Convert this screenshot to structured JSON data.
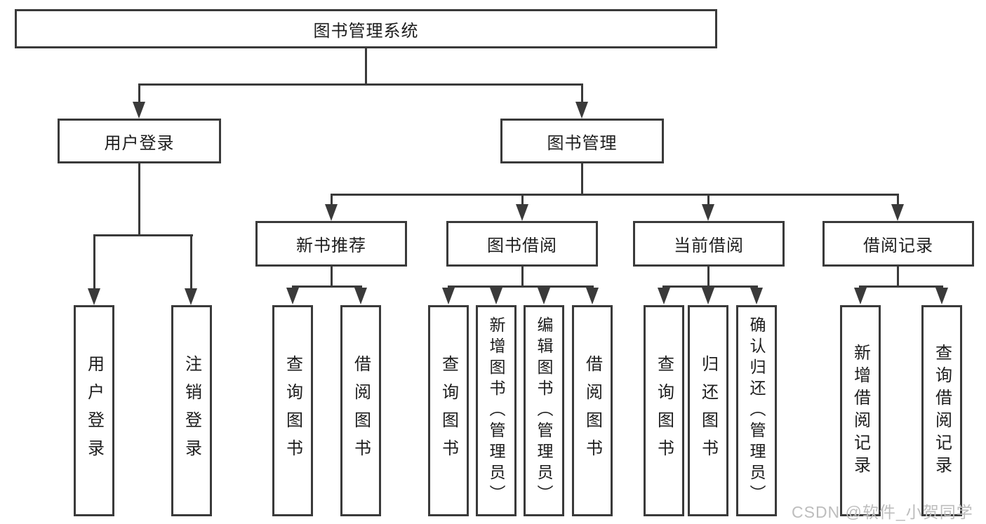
{
  "tree": {
    "label": "图书管理系统",
    "children": [
      {
        "label": "用户登录",
        "children": [
          {
            "label": "用户登录"
          },
          {
            "label": "注销登录"
          }
        ]
      },
      {
        "label": "图书管理",
        "children": [
          {
            "label": "新书推荐",
            "children": [
              {
                "label": "查询图书"
              },
              {
                "label": "借阅图书"
              }
            ]
          },
          {
            "label": "图书借阅",
            "children": [
              {
                "label": "查询图书"
              },
              {
                "label": "新增图书（管理员）"
              },
              {
                "label": "编辑图书（管理员）"
              },
              {
                "label": "借阅图书"
              }
            ]
          },
          {
            "label": "当前借阅",
            "children": [
              {
                "label": "查询图书"
              },
              {
                "label": "归还图书"
              },
              {
                "label": "确认归还（管理员）"
              }
            ]
          },
          {
            "label": "借阅记录",
            "children": [
              {
                "label": "新增借阅记录"
              },
              {
                "label": "查询借阅记录"
              }
            ]
          }
        ]
      }
    ]
  },
  "watermark": "CSDN @软件_小贺同学",
  "colors": {
    "line": "#3a3a3a",
    "text": "#1d1d1d",
    "watermark": "#bdbdbd",
    "background": "#ffffff"
  }
}
